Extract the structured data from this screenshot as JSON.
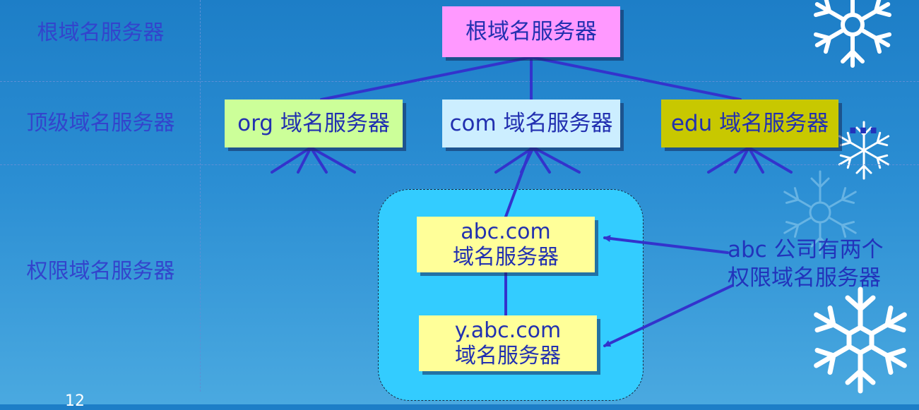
{
  "levels": {
    "root": "根域名服务器",
    "top": "顶级域名服务器",
    "auth": "权限域名服务器"
  },
  "servers": {
    "root": "根域名服务器",
    "org": "org 域名服务器",
    "com": "com 域名服务器",
    "edu": "edu 域名服务器",
    "abc": {
      "line1": "abc.com",
      "line2": "域名服务器"
    },
    "yabc": {
      "line1": "y.abc.com",
      "line2": "域名服务器"
    }
  },
  "ellipsis": "…",
  "note": {
    "line1": "abc 公司有两个",
    "line2": "权限域名服务器"
  },
  "page_number": "12",
  "colors": {
    "background": "#2b8ed3",
    "line": "#3333cc",
    "root_box": "#ff99ff",
    "org_box": "#ccff99",
    "com_box": "#cceeff",
    "edu_box": "#c8c800",
    "auth_box": "#ffff99",
    "group_fill": "#33ccff",
    "text": "#2230b0"
  },
  "icons": [
    "snowflake-icon"
  ]
}
